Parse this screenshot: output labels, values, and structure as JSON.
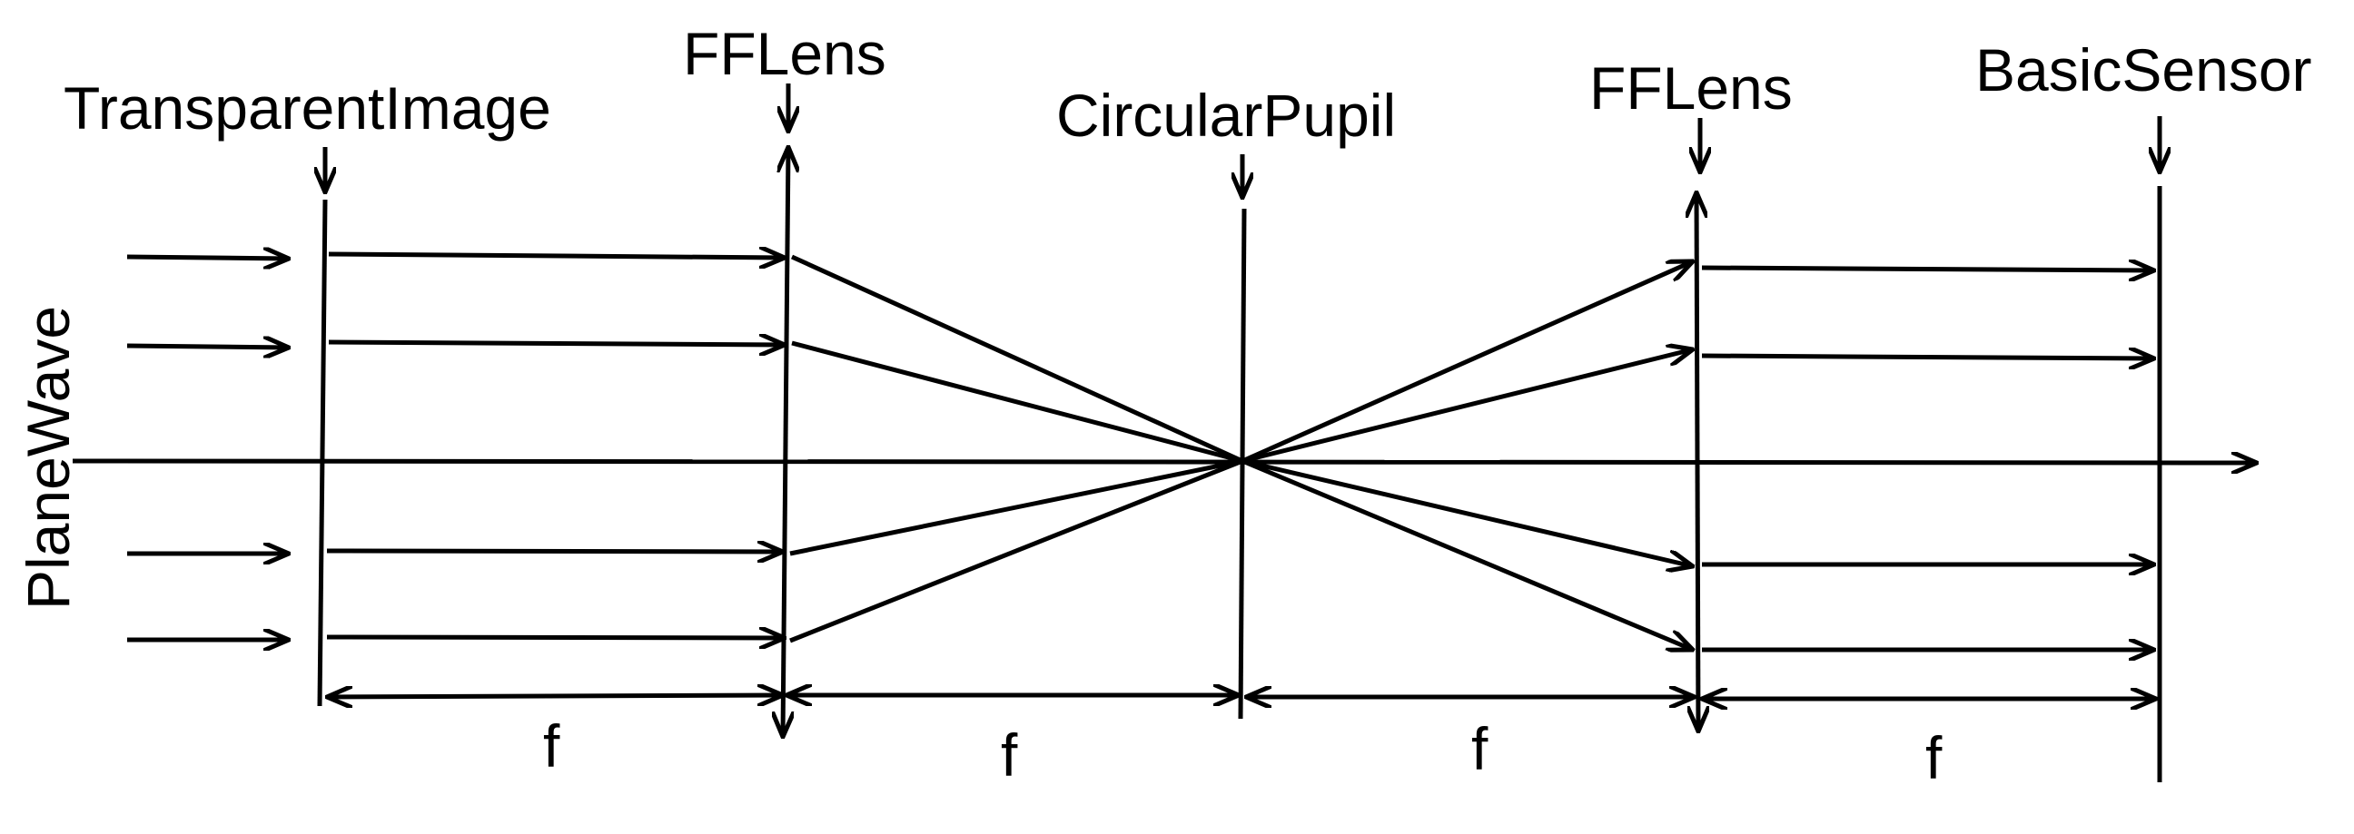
{
  "labels": {
    "transparent_image": "TransparentImage",
    "ff_lens_1": "FFLens",
    "circular_pupil": "CircularPupil",
    "ff_lens_2": "FFLens",
    "basic_sensor": "BasicSensor",
    "plane_wave": "PlaneWave"
  },
  "distances": [
    "f",
    "f",
    "f",
    "f"
  ],
  "colors": {
    "stroke": "#000000",
    "background": "#ffffff"
  }
}
